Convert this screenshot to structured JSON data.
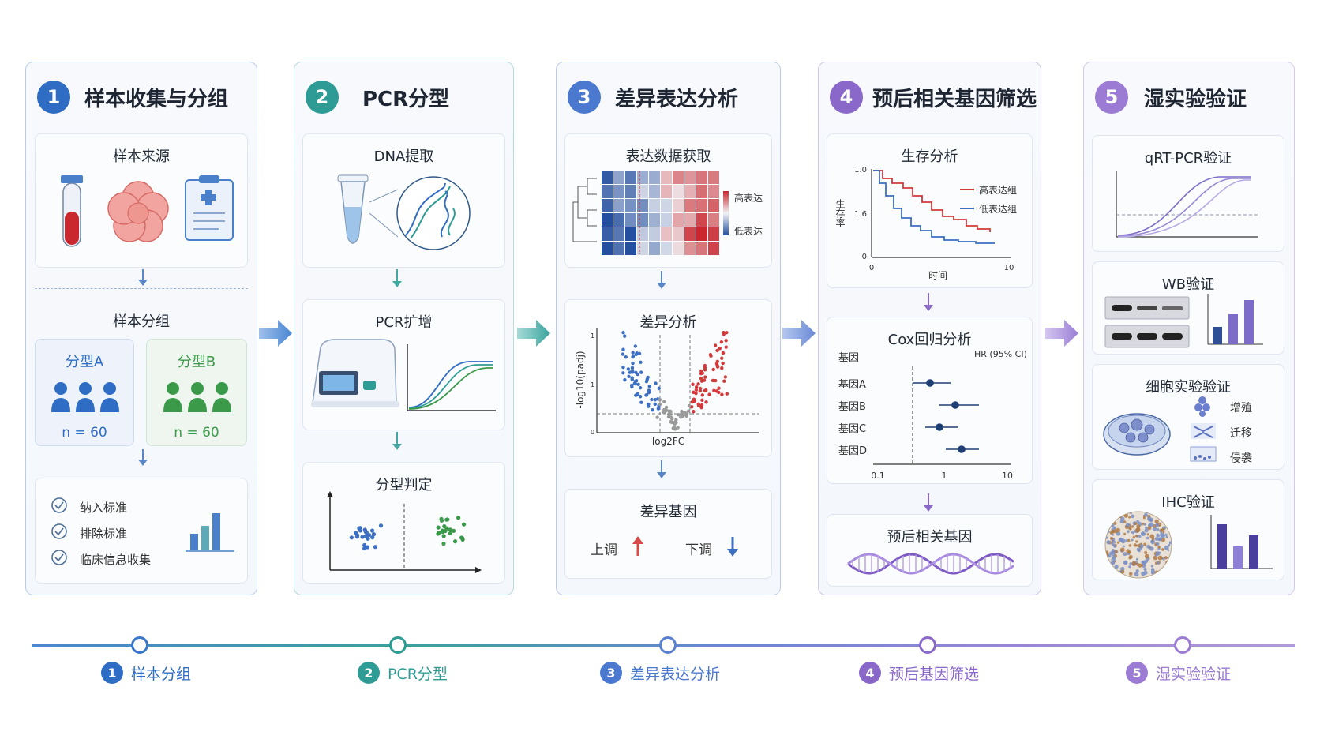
{
  "colors": {
    "step1": "#2f6cc3",
    "step2": "#2e9b95",
    "step3": "#4a79cf",
    "step4": "#8a68c9",
    "step5": "#9b7bd3",
    "up": "#d94a4a",
    "down": "#3d6fc2",
    "groupB": "#3b9a4a"
  },
  "steps": [
    {
      "num": "1",
      "title": "样本收集与分组"
    },
    {
      "num": "2",
      "title": "PCR分型"
    },
    {
      "num": "3",
      "title": "差异表达分析"
    },
    {
      "num": "4",
      "title": "预后相关基因筛选"
    },
    {
      "num": "5",
      "title": "湿实验验证"
    }
  ],
  "step1": {
    "source_title": "样本来源",
    "icons": [
      "blood-tube-icon",
      "tissue-icon",
      "clinical-record-icon"
    ],
    "grouping_title": "样本分组",
    "group_a": {
      "label": "分型A",
      "n": "n = 60"
    },
    "group_b": {
      "label": "分型B",
      "n": "n = 60"
    },
    "criteria": [
      "纳入标准",
      "排除标准",
      "临床信息收集"
    ]
  },
  "step2": {
    "dna_title": "DNA提取",
    "pcr_title": "PCR扩增",
    "typing_title": "分型判定"
  },
  "step3": {
    "data_title": "表达数据获取",
    "legend_high": "高表达",
    "legend_low": "低表达",
    "diff_title": "差异分析",
    "volcano_ylabel": "-log10(padj)",
    "volcano_xlabel": "log2FC",
    "volcano_yticks": [
      "1",
      "1",
      "0"
    ],
    "genes_title": "差异基因",
    "up": "上调",
    "down": "下调"
  },
  "step4": {
    "survival_title": "生存分析",
    "survival_ylabel": "生存率",
    "survival_xlabel": "时间",
    "survival_yticks": [
      "1.0",
      "1.6",
      "0"
    ],
    "survival_xticks": [
      "0",
      "10"
    ],
    "legend_high": "高表达组",
    "legend_low": "低表达组",
    "cox_title": "Cox回归分析",
    "cox_col_gene": "基因",
    "cox_col_hr": "HR (95% CI)",
    "cox_genes": [
      "基因A",
      "基因B",
      "基因C",
      "基因D"
    ],
    "cox_xticks": [
      "0.1",
      "1",
      "10"
    ],
    "prog_title": "预后相关基因"
  },
  "step5": {
    "qrt_title": "qRT-PCR验证",
    "wb_title": "WB验证",
    "cell_title": "细胞实验验证",
    "cell_items": [
      "增殖",
      "迁移",
      "侵袭"
    ],
    "ihc_title": "IHC验证"
  },
  "timeline": [
    "样本分组",
    "PCR分型",
    "差异表达分析",
    "预后基因筛选",
    "湿实验验证"
  ]
}
